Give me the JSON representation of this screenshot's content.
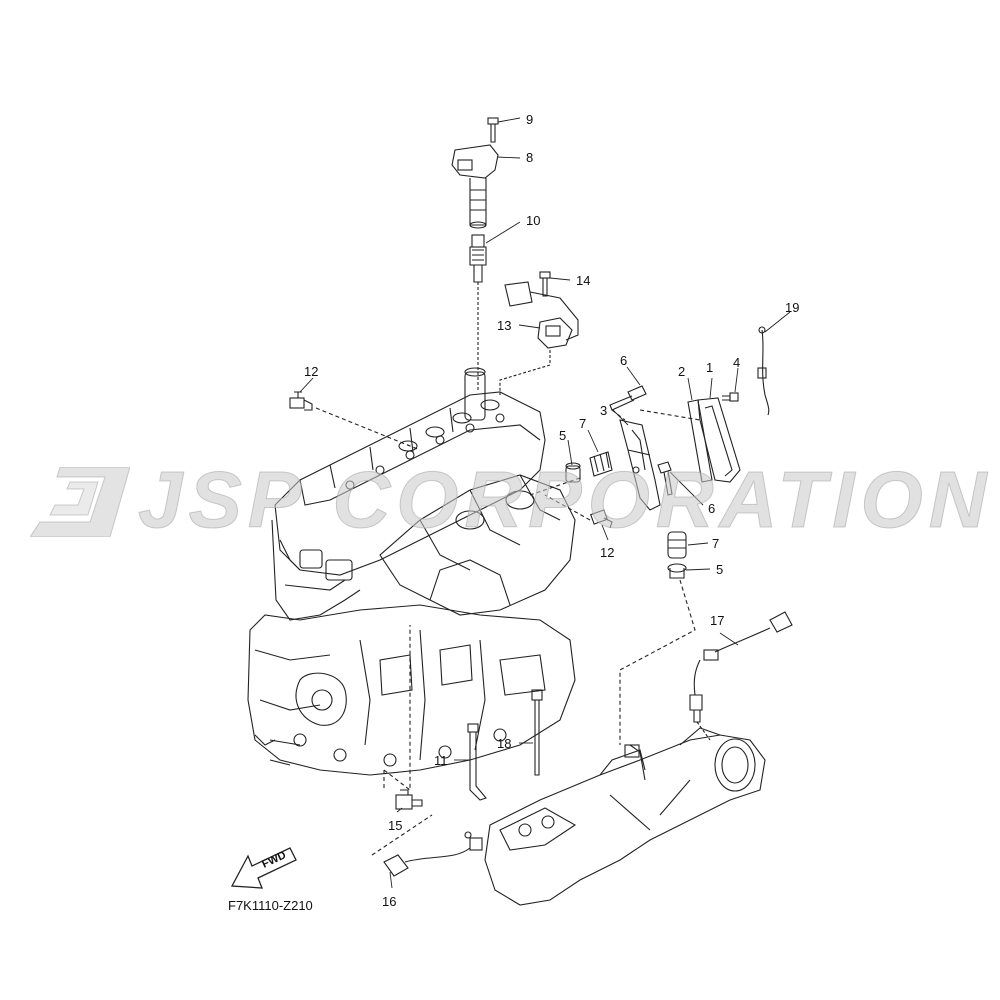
{
  "watermark": {
    "text": "JSP CORPORATION"
  },
  "reference_code": "F7K1110-Z210",
  "fwd_label": "FWD",
  "callouts": [
    {
      "id": "c9",
      "label": "9"
    },
    {
      "id": "c8",
      "label": "8"
    },
    {
      "id": "c10",
      "label": "10"
    },
    {
      "id": "c14",
      "label": "14"
    },
    {
      "id": "c13",
      "label": "13"
    },
    {
      "id": "c19",
      "label": "19"
    },
    {
      "id": "c12a",
      "label": "12"
    },
    {
      "id": "c6a",
      "label": "6"
    },
    {
      "id": "c2",
      "label": "2"
    },
    {
      "id": "c1",
      "label": "1"
    },
    {
      "id": "c4",
      "label": "4"
    },
    {
      "id": "c3",
      "label": "3"
    },
    {
      "id": "c5a",
      "label": "5"
    },
    {
      "id": "c7a",
      "label": "7"
    },
    {
      "id": "c6b",
      "label": "6"
    },
    {
      "id": "c12b",
      "label": "12"
    },
    {
      "id": "c7b",
      "label": "7"
    },
    {
      "id": "c5b",
      "label": "5"
    },
    {
      "id": "c17",
      "label": "17"
    },
    {
      "id": "c18",
      "label": "18"
    },
    {
      "id": "c11",
      "label": "11"
    },
    {
      "id": "c15",
      "label": "15"
    },
    {
      "id": "c16",
      "label": "16"
    }
  ]
}
